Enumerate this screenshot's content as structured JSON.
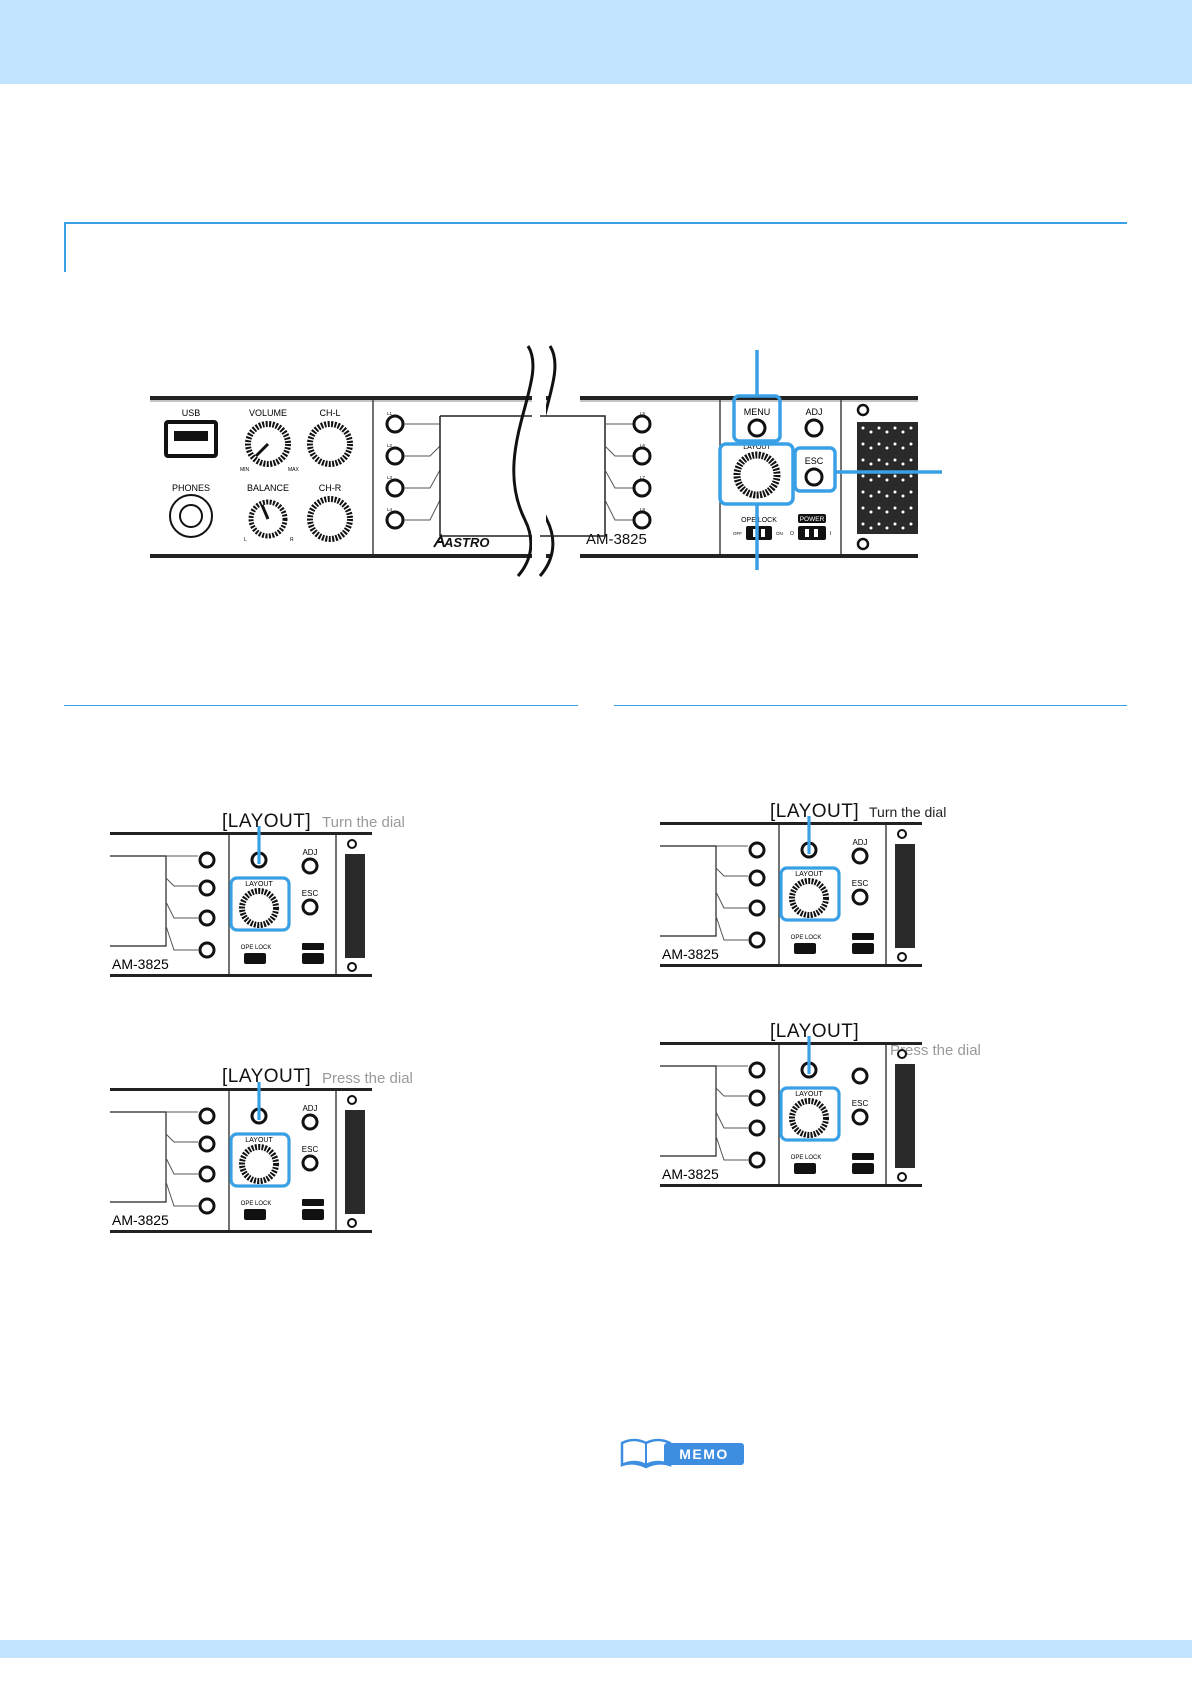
{
  "main_panel": {
    "usb": "USB",
    "volume": "VOLUME",
    "vol_min": "MIN",
    "vol_max": "MAX",
    "chl": "CH-L",
    "phones": "PHONES",
    "balance": "BALANCE",
    "bal_l": "L",
    "bal_r": "R",
    "chr": "CH-R",
    "lamps_left": [
      "L1",
      "L2",
      "L3",
      "L4"
    ],
    "lamps_right": [
      "L5",
      "L6",
      "L7",
      "L8"
    ],
    "brand": "ASTRO",
    "model": "AM-3825",
    "menu": "MENU",
    "adj": "ADJ",
    "layout": "LAYOUT",
    "esc": "ESC",
    "ope_lock": "OPE LOCK",
    "off": "OFF",
    "on": "ON",
    "power": "POWER",
    "power_off": "O",
    "power_on": "I"
  },
  "steps": [
    {
      "label": "[LAYOUT]",
      "hint": "Turn the dial",
      "model": "AM-3825"
    },
    {
      "label": "[LAYOUT]",
      "hint": "Press the dial",
      "model": "AM-3825"
    },
    {
      "label": "[LAYOUT]",
      "hint": "Turn the dial",
      "model": "AM-3825"
    },
    {
      "label": "[LAYOUT]",
      "hint": "Press the dial",
      "model": "AM-3825"
    }
  ],
  "memo": {
    "label": "MEMO"
  },
  "colors": {
    "header": "#c2e3fd",
    "accent": "#3aa0e6",
    "highlight": "#3aa0e6"
  }
}
